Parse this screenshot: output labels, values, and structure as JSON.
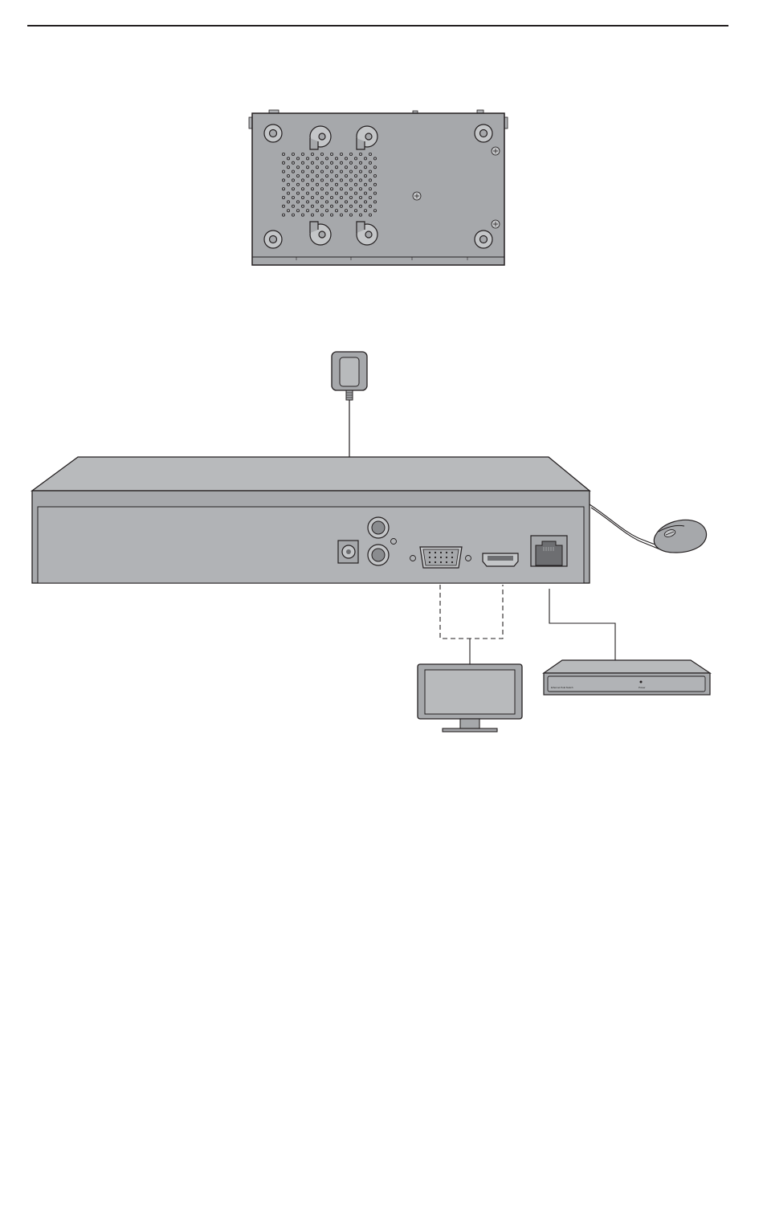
{
  "figure": {
    "colors": {
      "body_gray": "#a6a8ab",
      "panel_gray": "#b1b3b6",
      "top_gray": "#b8babc",
      "outline": "#231f20",
      "paper": "#ffffff"
    },
    "bottom_view": {
      "icons": [
        "screw-hole-icon",
        "rubber-foot-icon",
        "vent-holes-icon",
        "ground-screw-icon"
      ]
    },
    "rear_view": {
      "ports": [
        "power-dc-port",
        "audio-out-port",
        "audio-in-port",
        "vga-port",
        "hdmi-port",
        "ethernet-port"
      ]
    },
    "peripherals": {
      "adapter_icon": "power-adapter-icon",
      "mouse_icon": "mouse-icon",
      "monitor_icon": "monitor-icon",
      "switch_icon": "poe-switch-icon",
      "switch_label": "Ethernet PoE Switch",
      "switch_power_label": "Power"
    }
  }
}
